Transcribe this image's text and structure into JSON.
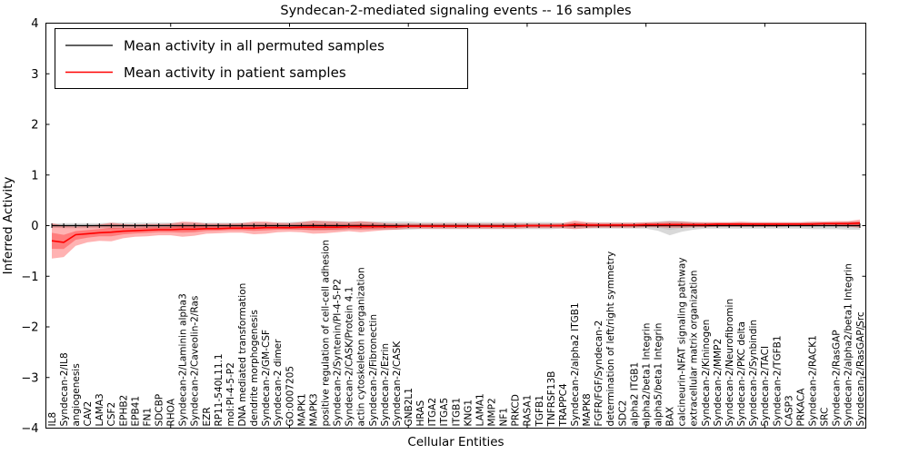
{
  "chart_data": {
    "type": "line",
    "title": "Syndecan-2-mediated signaling events -- 16 samples",
    "xlabel": "Cellular Entities",
    "ylabel": "Inferred Activity",
    "ylim": [
      -4,
      4
    ],
    "yticks": [
      4,
      3,
      2,
      1,
      0,
      -1,
      -2,
      -3,
      -4
    ],
    "ytick_labels": [
      "4",
      "3",
      "2",
      "1",
      "0",
      "−1",
      "−2",
      "−3",
      "−4"
    ],
    "xtick_positions": [
      10,
      20,
      30,
      40,
      50,
      60
    ],
    "grid": false,
    "legend_position": "upper left",
    "categories": [
      "IL8",
      "Syndecan-2/IL8",
      "angiogenesis",
      "CAV2",
      "LAMA3",
      "CSF2",
      "EPHB2",
      "EPB41",
      "FN1",
      "SDCBP",
      "RHOA",
      "Syndecan-2/Laminin alpha3",
      "Syndecan-2/Caveolin-2/Ras",
      "EZR",
      "RP11-540L11.1",
      "mol:PI-4-5-P2",
      "DNA mediated transformation",
      "dendrite morphogenesis",
      "Syndecan-2/GM-CSF",
      "Syndecan-2 dimer",
      "GO:0007205",
      "MAPK1",
      "MAPK3",
      "positive regulation of cell-cell adhesion",
      "Syndecan-2/Syntenin/PI-4-5-P2",
      "Syndecan-2/CASK/Protein 4.1",
      "actin cytoskeleton reorganization",
      "Syndecan-2/Fibronectin",
      "Syndecan-2/Ezrin",
      "Syndecan-2/CASK",
      "GNB2L1",
      "HRAS",
      "ITGA2",
      "ITGA5",
      "ITGB1",
      "KNG1",
      "LAMA1",
      "MMP2",
      "NF1",
      "PRKCD",
      "RASA1",
      "TGFB1",
      "TNFRSF13B",
      "TRAPPC4",
      "Syndecan-2/alpha2 ITGB1",
      "MAPK8",
      "FGFR/FGF/Syndecan-2",
      "determination of left/right symmetry",
      "SDC2",
      "alpha2 ITGB1",
      "alpha2/beta1 Integrin",
      "alpha5/beta1 Integrin",
      "BAX",
      "calcineurin-NFAT signaling pathway",
      "extracellular matrix organization",
      "Syndecan-2/Kininogen",
      "Syndecan-2/MMP2",
      "Syndecan-2/Neurofibromin",
      "Syndecan-2/PKC delta",
      "Syndecan-2/Synbindin",
      "Syndecan-2/TACI",
      "Syndecan-2/TGFB1",
      "CASP3",
      "PRKACA",
      "Syndecan-2/RACK1",
      "SRC",
      "Syndecan-2/RasGAP",
      "Syndecan-2/alpha2/beta1 Integrin",
      "Syndecan-2/RasGAP/Src"
    ],
    "series": [
      {
        "name": "Mean activity in all permuted samples",
        "color": "#000000",
        "band_color": "#808080",
        "marker": "|",
        "values": [
          0,
          0,
          0,
          0,
          0,
          0,
          0,
          0,
          0,
          0,
          0,
          0,
          0,
          0,
          0,
          0,
          0,
          0,
          0,
          0,
          0,
          0,
          0,
          0,
          0,
          0,
          0,
          0,
          0,
          0,
          0,
          0,
          0,
          0,
          0,
          0,
          0,
          0,
          0,
          0,
          0,
          0,
          0,
          0,
          0,
          0,
          0,
          0,
          0,
          0,
          0,
          0,
          0,
          0,
          0,
          0,
          0,
          0,
          0,
          0,
          0,
          0,
          0,
          0,
          0,
          0,
          0,
          0,
          0
        ],
        "upper": [
          0.04,
          0.05,
          0.05,
          0.05,
          0.05,
          0.06,
          0.06,
          0.06,
          0.06,
          0.06,
          0.06,
          0.06,
          0.06,
          0.06,
          0.06,
          0.06,
          0.06,
          0.06,
          0.06,
          0.06,
          0.07,
          0.08,
          0.09,
          0.09,
          0.09,
          0.08,
          0.08,
          0.08,
          0.08,
          0.08,
          0.08,
          0.07,
          0.07,
          0.07,
          0.07,
          0.07,
          0.07,
          0.07,
          0.07,
          0.07,
          0.07,
          0.07,
          0.07,
          0.06,
          0.06,
          0.06,
          0.06,
          0.06,
          0.06,
          0.06,
          0.06,
          0.08,
          0.1,
          0.09,
          0.07,
          0.06,
          0.06,
          0.06,
          0.06,
          0.06,
          0.06,
          0.06,
          0.06,
          0.06,
          0.07,
          0.07,
          0.07,
          0.08,
          0.08
        ],
        "lower": [
          -0.04,
          -0.05,
          -0.05,
          -0.05,
          -0.05,
          -0.06,
          -0.06,
          -0.06,
          -0.06,
          -0.06,
          -0.06,
          -0.06,
          -0.06,
          -0.06,
          -0.06,
          -0.06,
          -0.06,
          -0.06,
          -0.06,
          -0.06,
          -0.07,
          -0.08,
          -0.09,
          -0.09,
          -0.09,
          -0.08,
          -0.08,
          -0.08,
          -0.08,
          -0.08,
          -0.08,
          -0.07,
          -0.07,
          -0.07,
          -0.07,
          -0.07,
          -0.07,
          -0.07,
          -0.07,
          -0.07,
          -0.07,
          -0.07,
          -0.07,
          -0.06,
          -0.06,
          -0.06,
          -0.06,
          -0.06,
          -0.06,
          -0.06,
          -0.06,
          -0.1,
          -0.19,
          -0.12,
          -0.08,
          -0.06,
          -0.06,
          -0.06,
          -0.06,
          -0.06,
          -0.06,
          -0.06,
          -0.06,
          -0.06,
          -0.07,
          -0.07,
          -0.07,
          -0.08,
          -0.08
        ]
      },
      {
        "name": "Mean activity in patient samples",
        "color": "#ff0000",
        "band_color": "#ff0000",
        "marker": "",
        "values": [
          -0.3,
          -0.33,
          -0.18,
          -0.16,
          -0.14,
          -0.13,
          -0.11,
          -0.1,
          -0.09,
          -0.08,
          -0.08,
          -0.07,
          -0.07,
          -0.06,
          -0.06,
          -0.05,
          -0.05,
          -0.05,
          -0.04,
          -0.04,
          -0.04,
          -0.03,
          -0.03,
          -0.03,
          -0.03,
          -0.02,
          -0.02,
          -0.02,
          -0.02,
          -0.02,
          -0.01,
          -0.01,
          -0.01,
          -0.01,
          -0.01,
          -0.01,
          -0.01,
          -0.01,
          -0.01,
          -0.01,
          0.0,
          0.0,
          0.0,
          0.0,
          0.02,
          0.01,
          0.01,
          0.01,
          0.01,
          0.01,
          0.02,
          0.02,
          0.02,
          0.02,
          0.02,
          0.02,
          0.03,
          0.03,
          0.03,
          0.03,
          0.03,
          0.03,
          0.03,
          0.03,
          0.03,
          0.04,
          0.04,
          0.04,
          0.05
        ],
        "upper": [
          0.05,
          0.0,
          -0.02,
          0.0,
          0.02,
          0.06,
          0.03,
          0.02,
          0.03,
          0.03,
          0.04,
          0.08,
          0.07,
          0.04,
          0.04,
          0.04,
          0.05,
          0.08,
          0.08,
          0.06,
          0.05,
          0.07,
          0.1,
          0.09,
          0.08,
          0.07,
          0.09,
          0.07,
          0.05,
          0.04,
          0.04,
          0.04,
          0.04,
          0.04,
          0.04,
          0.04,
          0.04,
          0.04,
          0.04,
          0.04,
          0.04,
          0.04,
          0.04,
          0.05,
          0.1,
          0.07,
          0.06,
          0.06,
          0.06,
          0.06,
          0.07,
          0.07,
          0.08,
          0.08,
          0.07,
          0.07,
          0.07,
          0.07,
          0.08,
          0.07,
          0.07,
          0.07,
          0.07,
          0.07,
          0.08,
          0.08,
          0.09,
          0.09,
          0.12
        ],
        "lower": [
          -0.65,
          -0.62,
          -0.4,
          -0.33,
          -0.3,
          -0.31,
          -0.25,
          -0.22,
          -0.21,
          -0.19,
          -0.19,
          -0.22,
          -0.2,
          -0.16,
          -0.15,
          -0.14,
          -0.14,
          -0.17,
          -0.16,
          -0.13,
          -0.12,
          -0.13,
          -0.16,
          -0.15,
          -0.13,
          -0.11,
          -0.13,
          -0.11,
          -0.09,
          -0.08,
          -0.06,
          -0.06,
          -0.06,
          -0.06,
          -0.06,
          -0.06,
          -0.06,
          -0.06,
          -0.06,
          -0.06,
          -0.05,
          -0.05,
          -0.05,
          -0.05,
          -0.07,
          -0.05,
          -0.04,
          -0.04,
          -0.04,
          -0.04,
          -0.03,
          -0.03,
          -0.04,
          -0.04,
          -0.03,
          -0.03,
          -0.02,
          -0.02,
          -0.02,
          -0.02,
          -0.02,
          -0.02,
          -0.01,
          -0.01,
          -0.01,
          0.0,
          -0.01,
          -0.02,
          -0.04
        ]
      }
    ]
  }
}
